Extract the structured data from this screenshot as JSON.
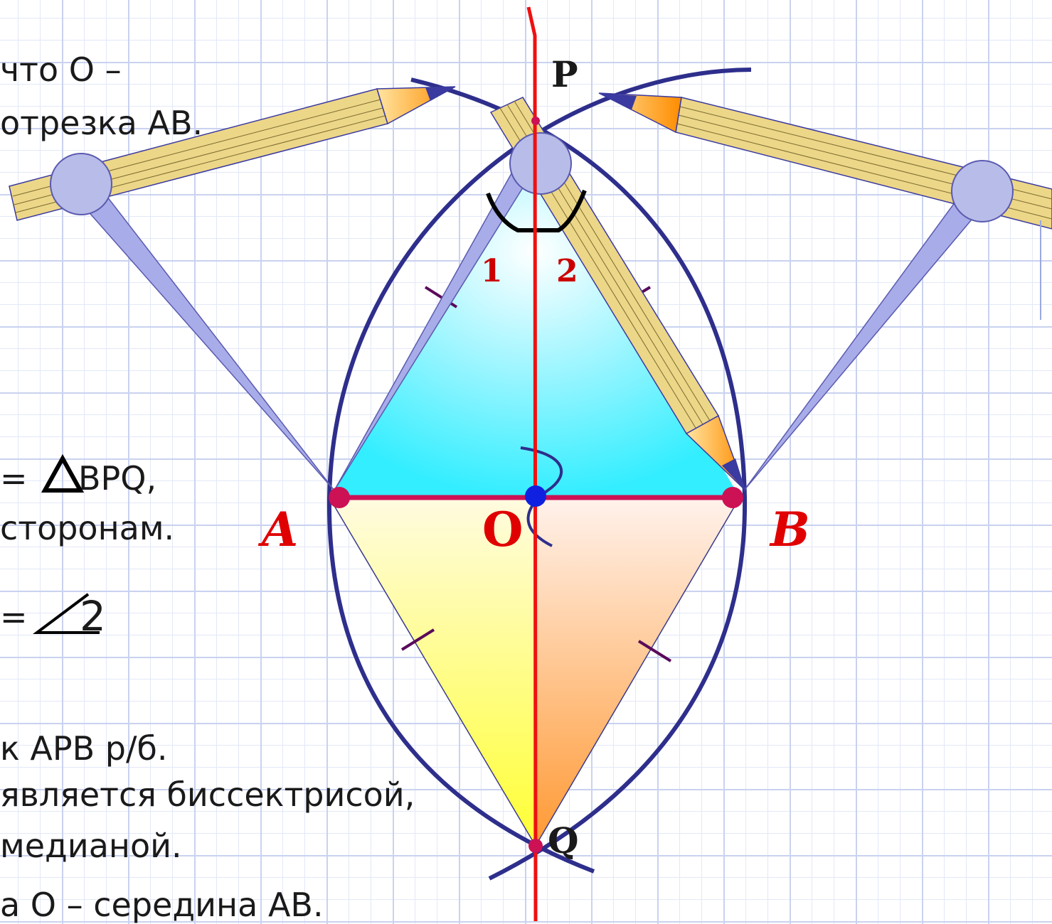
{
  "text": {
    "line1": "что О –",
    "line2": "отрезка АВ.",
    "line3_prefix": "=",
    "line3_suffix": "BPQ,",
    "line4": "сторонам.",
    "line5_prefix": "=",
    "line5_suffix": "2",
    "line6": "к АРВ р/б.",
    "line7": "является биссектрисой,",
    "line8": "медианой.",
    "line9": "а  О – середина АВ."
  },
  "labels": {
    "A": "A",
    "B": "B",
    "O": "O",
    "P": "P",
    "Q": "Q",
    "angle1": "1",
    "angle2": "2"
  },
  "colors": {
    "line_red": "#ee1111",
    "segment_ab": "#cc1155",
    "arc": "#2e2e8c",
    "point_o": "#1020e0",
    "point_end": "#cc1155",
    "triangle_top": "#33eeff",
    "triangle_bottom_left": "#ffff33",
    "triangle_bottom_right": "#ff9933",
    "pencil": "#ecd688",
    "compass_leg": "#a8ace8",
    "tick": "#5a0a5a"
  }
}
